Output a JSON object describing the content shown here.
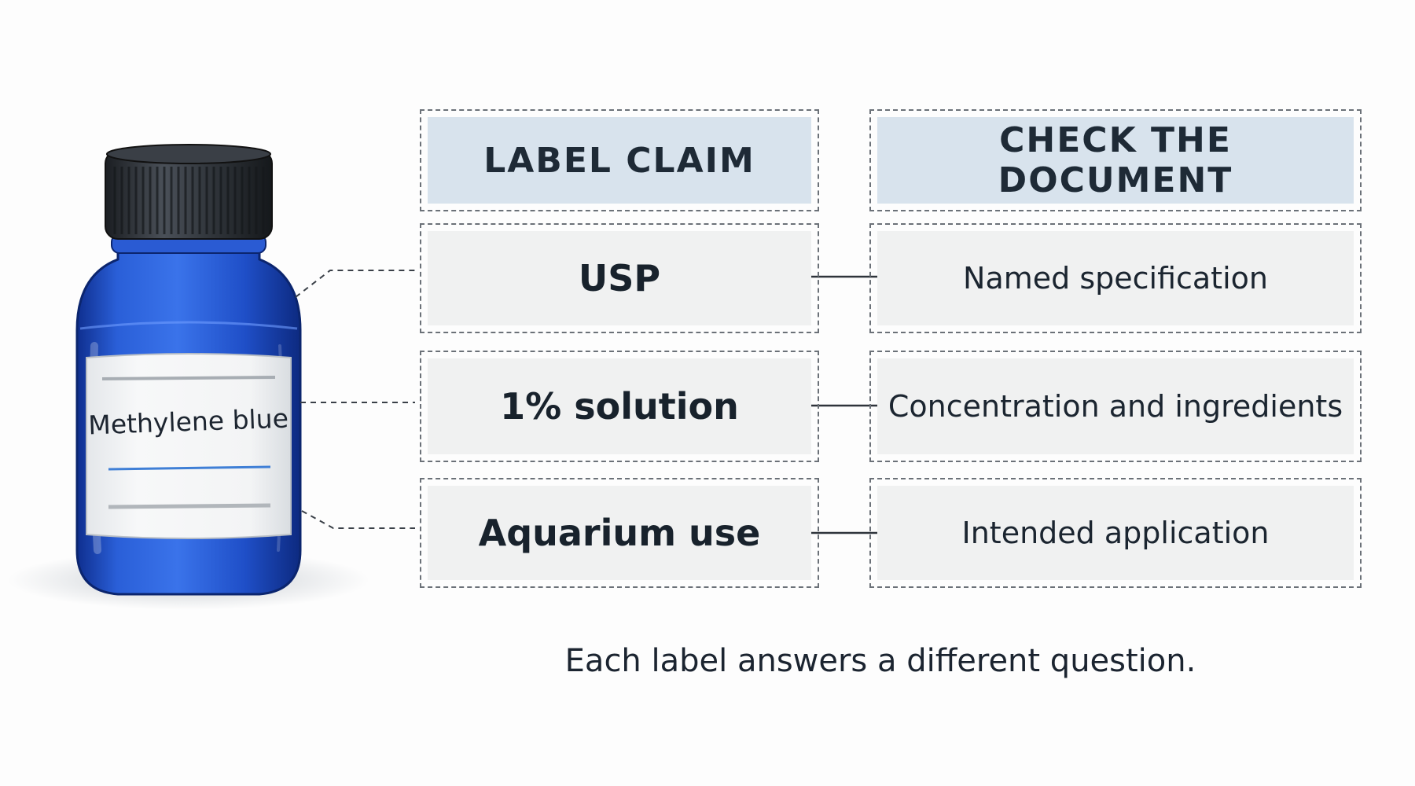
{
  "bottle": {
    "label_text": "Methylene blue",
    "glass_color": "#1f4fc8",
    "cap_color": "#2b2f35"
  },
  "headers": {
    "left": "LABEL CLAIM",
    "right": "CHECK THE DOCUMENT"
  },
  "rows": [
    {
      "claim": "USP",
      "check": "Named specification"
    },
    {
      "claim": "1% solution",
      "check": "Concentration and ingredients"
    },
    {
      "claim": "Aquarium use",
      "check": "Intended application"
    }
  ],
  "caption": "Each label answers a different question."
}
